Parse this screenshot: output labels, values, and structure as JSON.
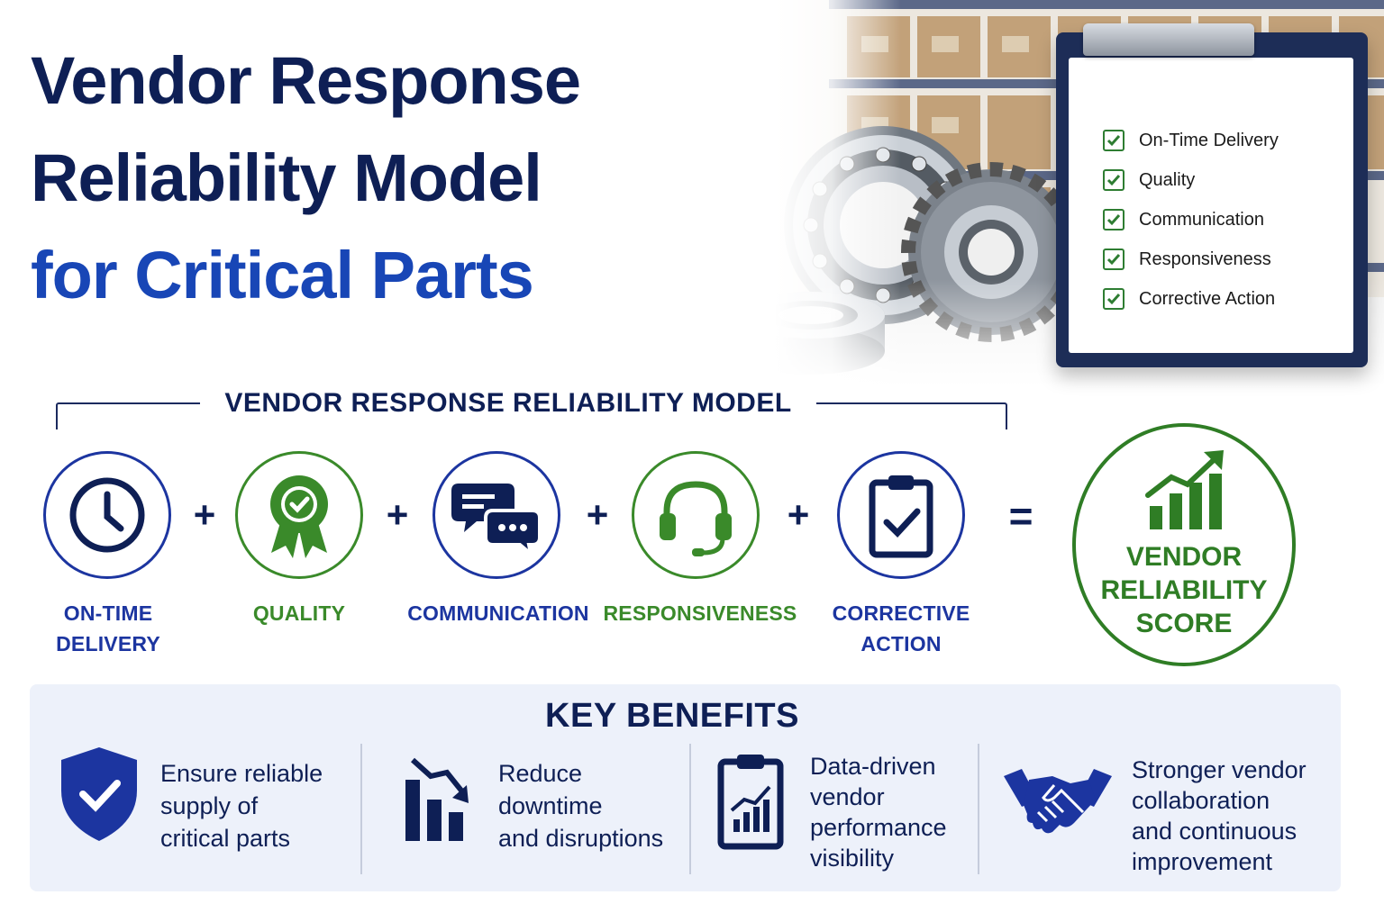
{
  "title": {
    "line1": "Vendor Response",
    "line2": "Reliability Model",
    "line3": "for Critical Parts"
  },
  "checklist": {
    "items": [
      "On-Time Delivery",
      "Quality",
      "Communication",
      "Responsiveness",
      "Corrective Action"
    ]
  },
  "model": {
    "heading": "VENDOR RESPONSE RELIABILITY MODEL",
    "factors": [
      {
        "line1": "ON-TIME",
        "line2": "DELIVERY",
        "icon": "clock-icon",
        "color": "#1c35a0"
      },
      {
        "line1": "QUALITY",
        "line2": "",
        "icon": "award-ribbon-icon",
        "color": "#3a8a2a"
      },
      {
        "line1": "COMMUNICATION",
        "line2": "",
        "icon": "chat-bubbles-icon",
        "color": "#1c35a0"
      },
      {
        "line1": "RESPONSIVENESS",
        "line2": "",
        "icon": "headset-icon",
        "color": "#3a8a2a"
      },
      {
        "line1": "CORRECTIVE",
        "line2": "ACTION",
        "icon": "clipboard-check-icon",
        "color": "#1c35a0"
      }
    ],
    "plus": "+",
    "equals": "=",
    "result": {
      "line1": "VENDOR",
      "line2": "RELIABILITY",
      "line3": "SCORE",
      "icon": "chart-growth-icon",
      "color": "#2f7d25"
    }
  },
  "benefits": {
    "heading": "KEY BENEFITS",
    "items": [
      {
        "lines": [
          "Ensure reliable",
          "supply of",
          "critical parts"
        ],
        "icon": "shield-check-icon"
      },
      {
        "lines": [
          "Reduce",
          "downtime",
          "and disruptions"
        ],
        "icon": "chart-decline-icon"
      },
      {
        "lines": [
          "Data-driven",
          "vendor",
          "performance",
          "visibility"
        ],
        "icon": "report-chart-icon"
      },
      {
        "lines": [
          "Stronger vendor",
          "collaboration",
          "and continuous",
          "improvement"
        ],
        "icon": "handshake-icon"
      }
    ]
  },
  "colors": {
    "navy": "#0e1f55",
    "blue": "#1846b6",
    "green": "#2f7d25",
    "panel": "#edf1fa"
  }
}
